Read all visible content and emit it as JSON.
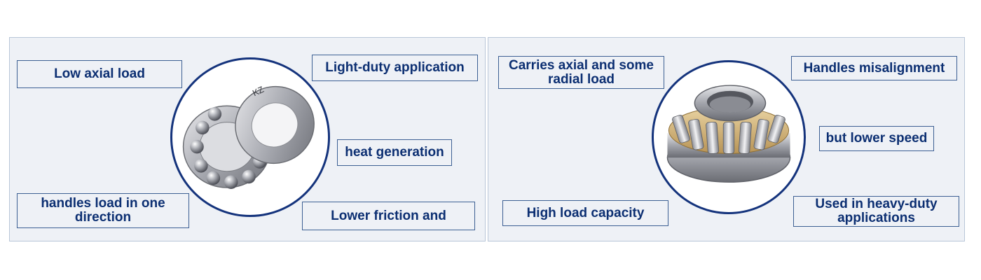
{
  "left_panel": {
    "labels": {
      "low_axial_load": "Low axial load",
      "light_duty": "Light-duty application",
      "heat_generation": "heat generation",
      "one_direction": "handles load in one direction",
      "lower_friction": "Lower friction and"
    },
    "image": {
      "icon": "thrust-ball-bearing-image",
      "stamp": "KZ"
    }
  },
  "right_panel": {
    "labels": {
      "axial_radial": "Carries axial and some radial load",
      "misalignment": "Handles misalignment",
      "lower_speed": "but lower speed",
      "high_capacity": "High load capacity",
      "heavy_duty": "Used in heavy-duty applications"
    },
    "image": {
      "icon": "spherical-roller-thrust-bearing-image"
    }
  },
  "colors": {
    "panel_bg": "#eef1f6",
    "accent_navy": "#14337c",
    "label_text": "#0c2f72",
    "label_border": "#3c5f93"
  }
}
